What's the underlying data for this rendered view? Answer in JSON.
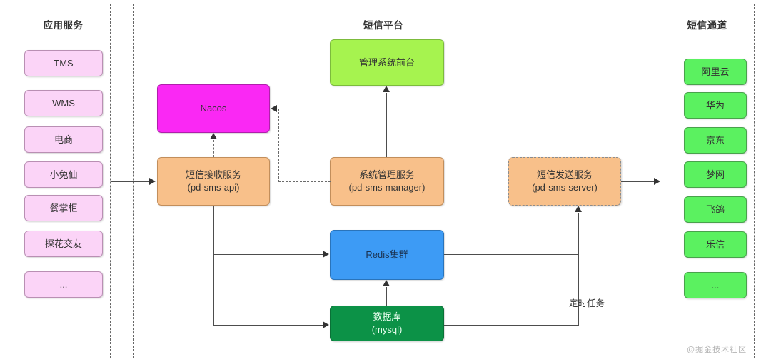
{
  "diagram": {
    "watermark": "@掘金技术社区",
    "panels": {
      "left": {
        "title": "应用服务",
        "items": [
          {
            "label": "TMS"
          },
          {
            "label": "WMS"
          },
          {
            "label": "电商"
          },
          {
            "label": "小兔仙"
          },
          {
            "label": "餐掌柜"
          },
          {
            "label": "探花交友"
          },
          {
            "label": "..."
          }
        ]
      },
      "center": {
        "title": "短信平台",
        "nodes": {
          "frontend": {
            "label": "管理系统前台",
            "color": "#A6F34F"
          },
          "nacos": {
            "label": "Nacos",
            "color": "#FA28F4"
          },
          "api": {
            "label": "短信接收服务",
            "sub": "(pd-sms-api)",
            "color": "#F8C08A"
          },
          "manager": {
            "label": "系统管理服务",
            "sub": "(pd-sms-manager)",
            "color": "#F8C08A"
          },
          "server": {
            "label": "短信发送服务",
            "sub": "(pd-sms-server)",
            "color": "#F8C08A"
          },
          "redis": {
            "label": "Redis集群",
            "color": "#3D9BF5"
          },
          "database": {
            "label": "数据库",
            "sub": "(mysql)",
            "color": "#0C9247"
          }
        },
        "edge_labels": {
          "scheduled_task": "定时任务"
        }
      },
      "right": {
        "title": "短信通道",
        "items": [
          {
            "label": "阿里云"
          },
          {
            "label": "华为"
          },
          {
            "label": "京东"
          },
          {
            "label": "梦网"
          },
          {
            "label": "飞鸽"
          },
          {
            "label": "乐信"
          },
          {
            "label": "..."
          }
        ]
      }
    }
  }
}
